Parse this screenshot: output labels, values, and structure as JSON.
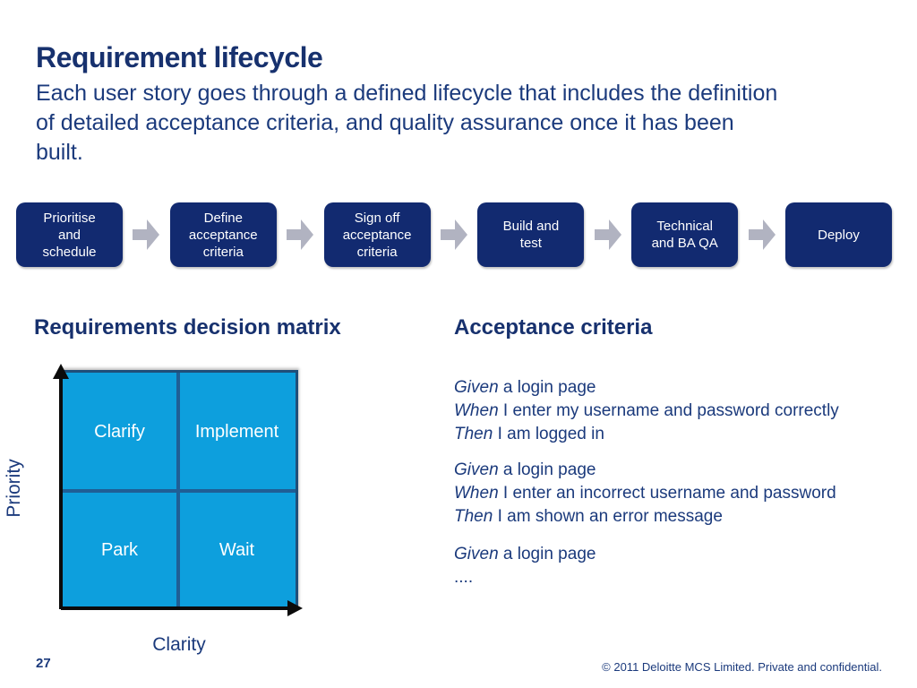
{
  "slide": {
    "title": "Requirement lifecycle",
    "subtitle_lines": [
      "Each user story goes through a defined lifecycle that includes the definition",
      "of detailed acceptance criteria, and quality assurance once it has been",
      "built."
    ],
    "page_number": "27",
    "footer": "© 2011 Deloitte MCS Limited. Private and confidential."
  },
  "flow": {
    "steps": [
      {
        "lines": [
          "Prioritise",
          "and",
          "schedule"
        ]
      },
      {
        "lines": [
          "Define",
          "acceptance",
          "criteria"
        ]
      },
      {
        "lines": [
          "Sign off",
          "acceptance",
          "criteria"
        ]
      },
      {
        "lines": [
          "Build and",
          "test"
        ]
      },
      {
        "lines": [
          "Technical",
          "and BA QA"
        ]
      },
      {
        "lines": [
          "Deploy"
        ]
      }
    ],
    "arrow_icon": "block-arrow-right"
  },
  "matrix": {
    "heading": "Requirements decision matrix",
    "y_axis_label": "Priority",
    "x_axis_label": "Clarity",
    "quadrants": {
      "top_left": "Clarify",
      "top_right": "Implement",
      "bottom_left": "Park",
      "bottom_right": "Wait"
    }
  },
  "acceptance": {
    "heading": "Acceptance criteria",
    "blocks": [
      {
        "lines": [
          {
            "keyword": "Given",
            "text": " a login page"
          },
          {
            "keyword": "When",
            "text": " I enter my username and password correctly"
          },
          {
            "keyword": "Then",
            "text": " I am logged in"
          }
        ]
      },
      {
        "lines": [
          {
            "keyword": "Given",
            "text": " a login page"
          },
          {
            "keyword": "When",
            "text": " I enter an incorrect username and password"
          },
          {
            "keyword": "Then",
            "text": " I am shown an error message"
          }
        ]
      },
      {
        "lines": [
          {
            "keyword": "Given",
            "text": " a login page"
          }
        ],
        "ellipsis": "...."
      }
    ]
  },
  "colors": {
    "navy_text": "#17316e",
    "box_navy": "#122a70",
    "matrix_blue": "#0d9fdd",
    "divider_blue": "#1f5e95",
    "arrow_gray": "#b1b3c1"
  }
}
